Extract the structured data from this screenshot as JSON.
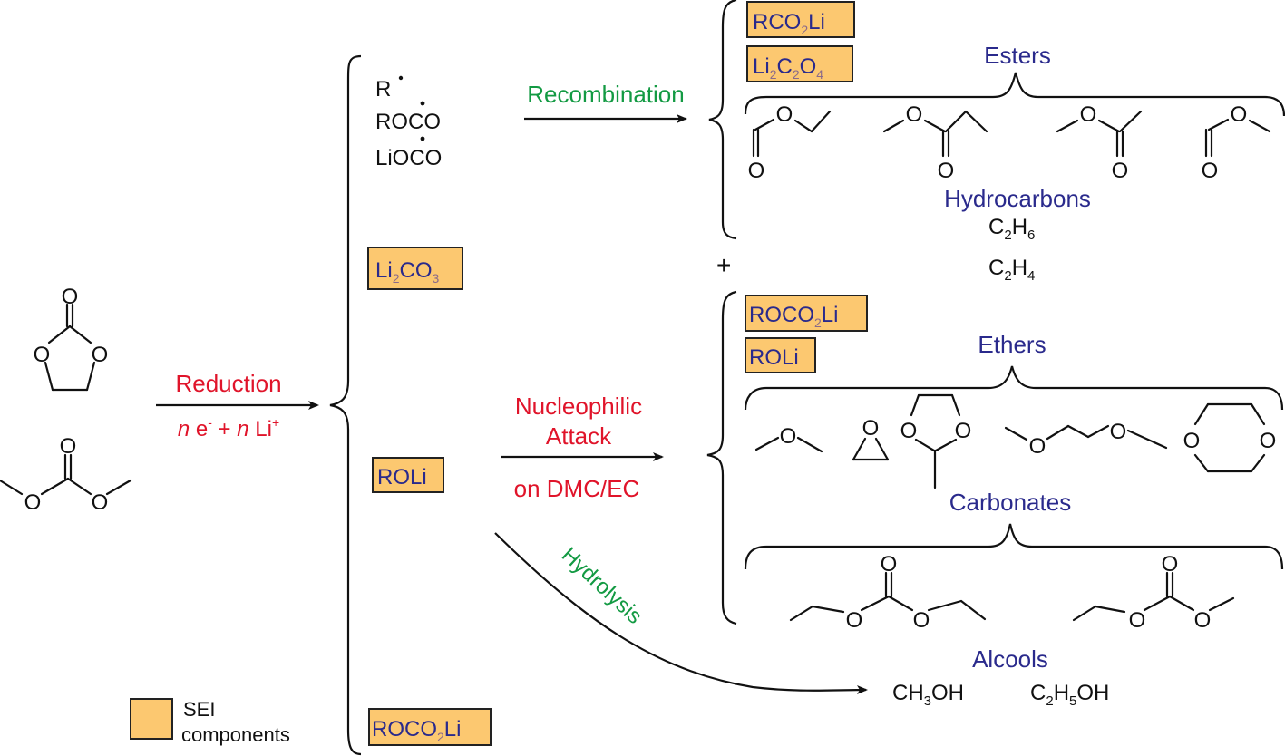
{
  "reactants": {
    "ec": {
      "name": "ethylene carbonate",
      "atoms": [
        "O",
        "O",
        "O"
      ]
    },
    "dmc": {
      "name": "dimethyl carbonate",
      "atoms": [
        "O",
        "O",
        "O"
      ]
    }
  },
  "reduction": {
    "label": "Reduction",
    "condition_n1": "n",
    "condition_e": " e",
    "condition_e_sup": "-",
    "condition_plus": " + ",
    "condition_n2": "n",
    "condition_li": " Li",
    "condition_li_sup": "+"
  },
  "intermediates": {
    "radicals": [
      "R",
      "ROCO",
      "LiOCO"
    ],
    "li2co3": {
      "a": "Li",
      "s1": "2",
      "b": "CO",
      "s2": "3"
    },
    "roli": "ROLi",
    "roco2li": {
      "a": "ROCO",
      "s": "2",
      "b": "Li"
    }
  },
  "pathways": {
    "recombination": "Recombination",
    "nucleophilic_line1": "Nucleophilic",
    "nucleophilic_line2": "Attack",
    "nucleophilic_below": "on DMC/EC",
    "hydrolysis": "Hydrolysis"
  },
  "recombination_products": {
    "rco2li": {
      "a": "RCO",
      "s": "2",
      "b": "Li"
    },
    "li2c2o4": {
      "a": "Li",
      "s1": "2",
      "b": "C",
      "s2": "2",
      "c": "O",
      "s3": "4"
    },
    "esters_label": "Esters",
    "hydrocarbons_label": "Hydrocarbons",
    "c2h6": {
      "a": "C",
      "s1": "2",
      "b": "H",
      "s2": "6"
    },
    "plus": "+",
    "c2h4": {
      "a": "C",
      "s1": "2",
      "b": "H",
      "s2": "4"
    }
  },
  "nucleophilic_products": {
    "roco2li": {
      "a": "ROCO",
      "s": "2",
      "b": "Li"
    },
    "roli": "ROLi",
    "ethers_label": "Ethers",
    "carbonates_label": "Carbonates"
  },
  "hydrolysis_products": {
    "alcools_label": "Alcools",
    "ch3oh": {
      "a": "CH",
      "s": "3",
      "b": "OH"
    },
    "c2h5oh": {
      "a": "C",
      "s1": "2",
      "b": "H",
      "s2": "5",
      "c": "OH"
    }
  },
  "legend": {
    "line1": "SEI",
    "line2": "components"
  },
  "atom_o": "O",
  "colors": {
    "sei_box": "#fcc870",
    "reaction_red": "#e0142a",
    "pathway_green": "#139a43",
    "class_blue": "#2a2a8c"
  }
}
